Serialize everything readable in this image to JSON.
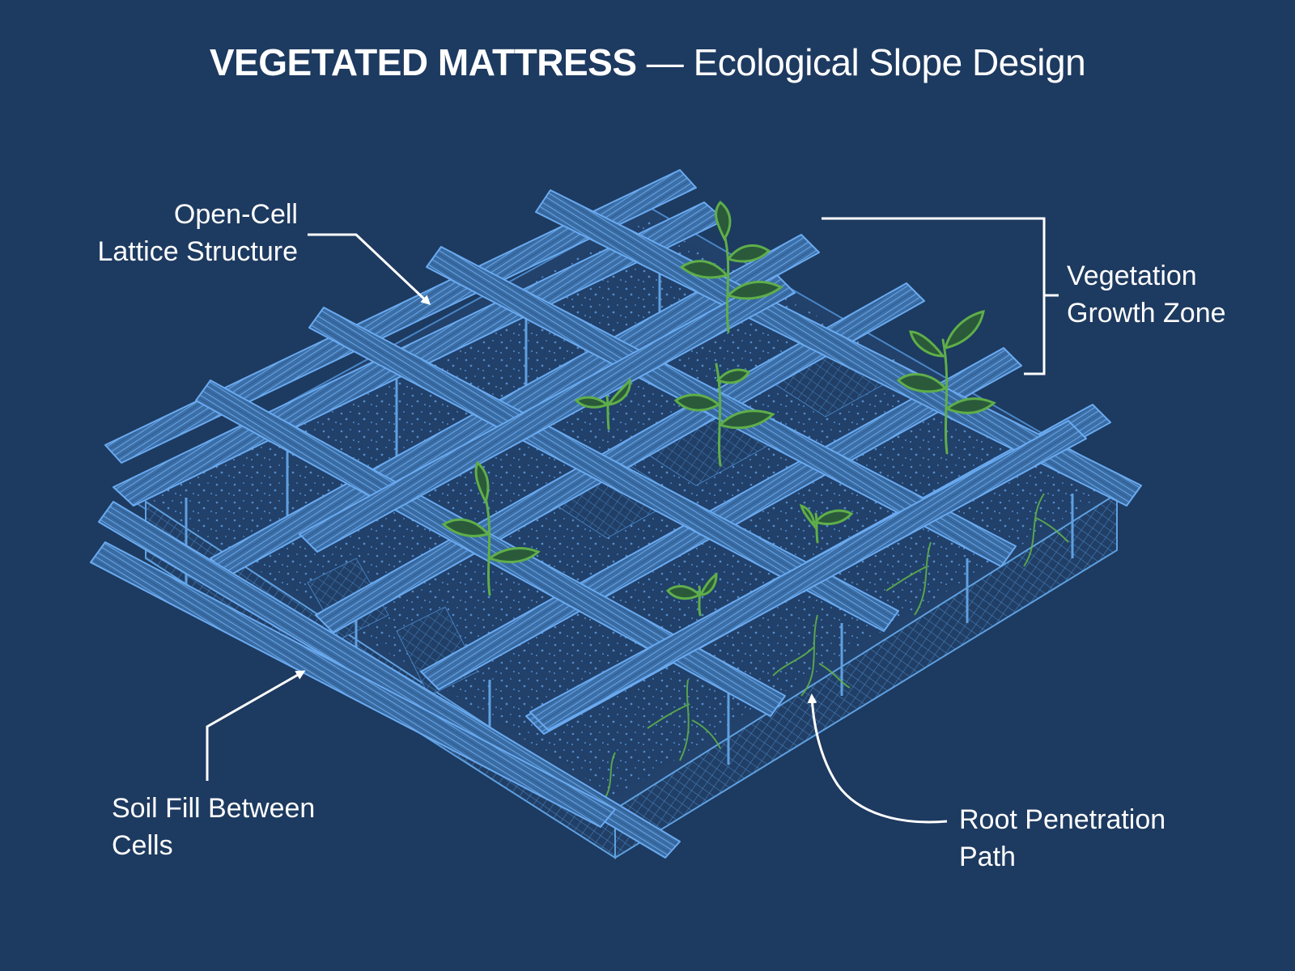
{
  "title": {
    "main": "VEGETATED MATTRESS",
    "separator": "—",
    "subtitle": "Ecological Slope Design"
  },
  "annotations": {
    "lattice": [
      "Open-Cell",
      "Lattice Structure"
    ],
    "vegetation": [
      "Vegetation",
      "Growth Zone"
    ],
    "soil": [
      "Soil Fill Between",
      "Cells"
    ],
    "roots": [
      "Root Penetration",
      "Path"
    ]
  },
  "colors": {
    "background": "#1d3a60",
    "lattice_fill": "#3a6ea8",
    "lattice_stroke": "#5fa0e0",
    "plant": "#5fae4a",
    "leader": "#ffffff"
  }
}
